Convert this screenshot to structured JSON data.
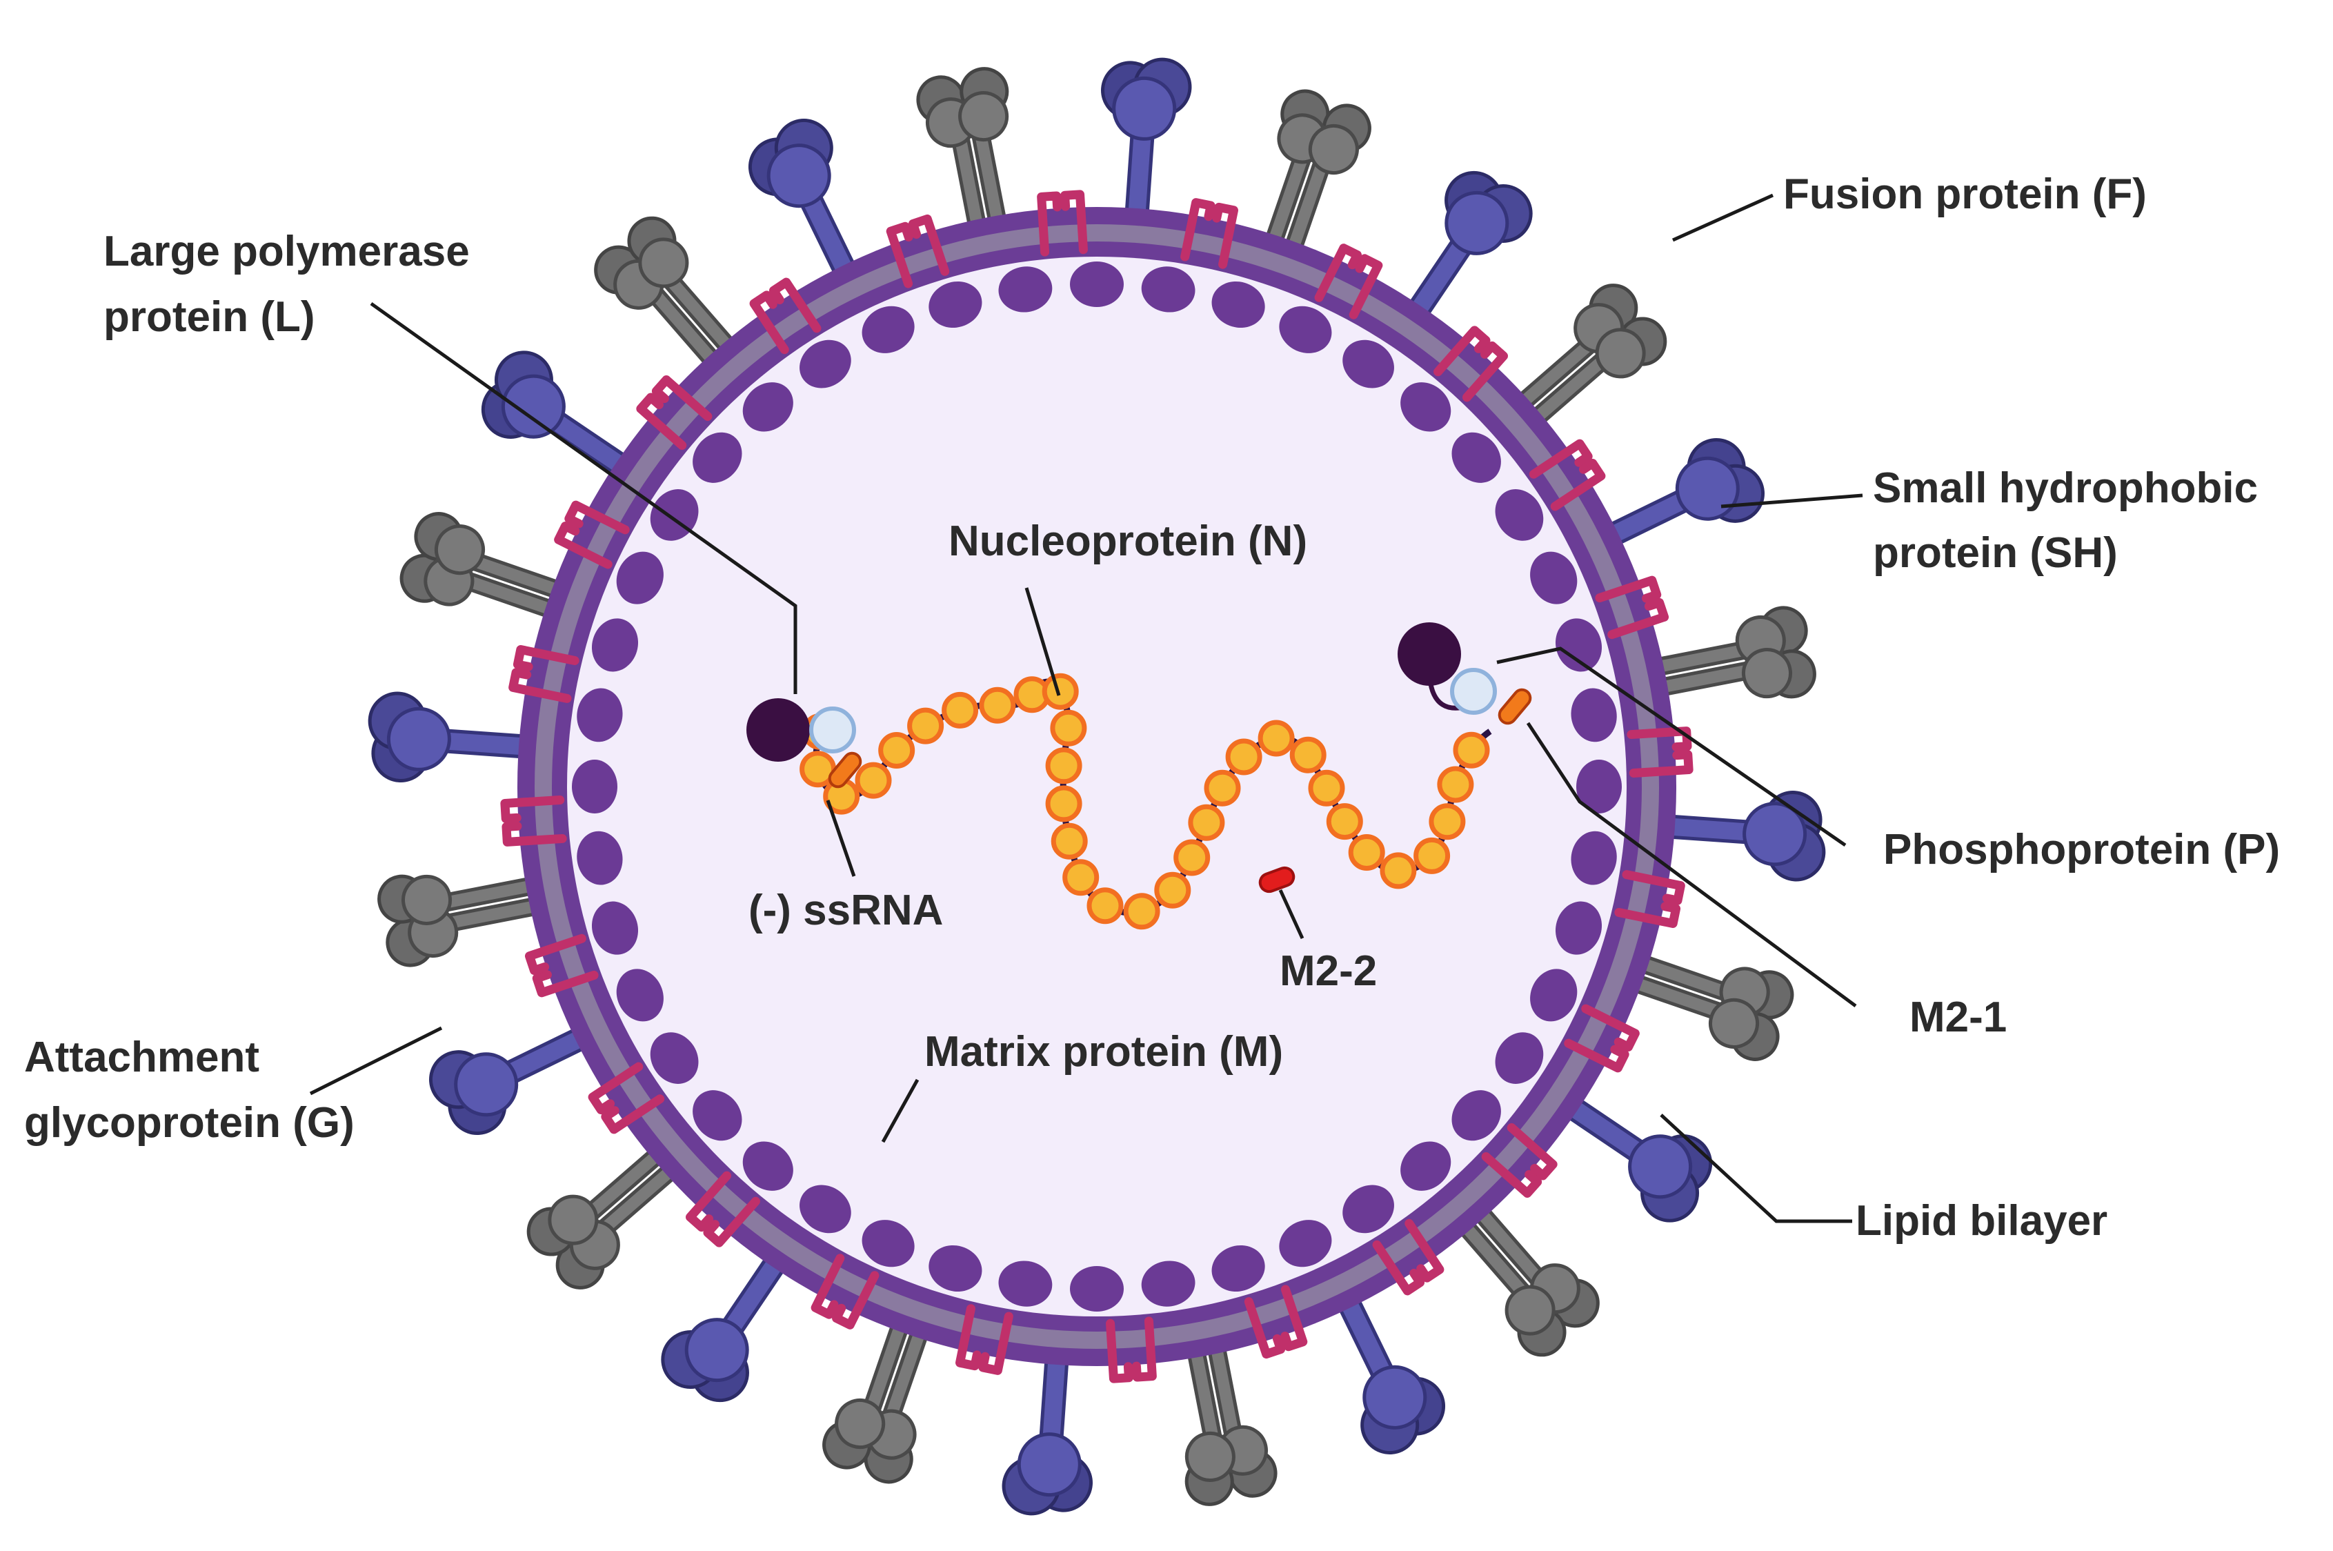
{
  "labels": {
    "fusion": "Fusion protein (F)",
    "polymerase_line1": "Large polymerase",
    "polymerase_line2": "protein (L)",
    "small_hydrophobic_line1": "Small hydrophobic",
    "small_hydrophobic_line2": "protein (SH)",
    "nucleoprotein": "Nucleoprotein (N)",
    "phosphoprotein": "Phosphoprotein (P)",
    "ssrna": "(-) ssRNA",
    "m2_2": "M2-2",
    "m2_1": "M2-1",
    "attachment_line1": "Attachment",
    "attachment_line2": "glycoprotein (G)",
    "matrix": "Matrix protein (M)",
    "lipid": "Lipid bilayer"
  },
  "colors": {
    "interior": "#f3edfb",
    "membrane": "#6b3d96",
    "membrane_inner": "#8a7aa0",
    "matrix": "#6b3a95",
    "g_protein": "#5a59b0",
    "f_protein": "#7a7a7a",
    "sh_protein": "#c0306a",
    "nucleoprotein": "#f7b733",
    "nucleoprotein_ring": "#f26f21",
    "rna": "#2a1245",
    "polymerase": "#3a0f42",
    "phosphoprotein": "#dde8f6",
    "m2": "#e21d1d"
  }
}
